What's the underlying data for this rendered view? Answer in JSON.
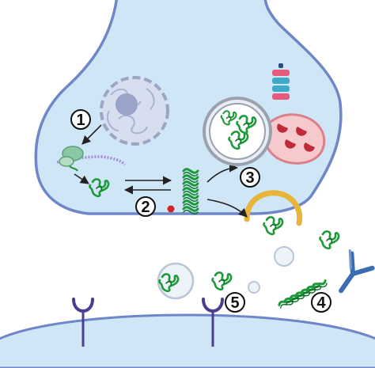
{
  "figure": {
    "steps": [
      {
        "id": 1,
        "label": "1"
      },
      {
        "id": 2,
        "label": "2"
      },
      {
        "id": 3,
        "label": "3"
      },
      {
        "id": 4,
        "label": "4"
      },
      {
        "id": 5,
        "label": "5"
      }
    ]
  },
  "colors": {
    "membrane": "#6f86c8",
    "cytoplasm": "#cfe6f6",
    "nucleus_fill": "#d7deef",
    "nucleus_border": "#9aa6c4",
    "protein": "#1f9a3b",
    "protein_dark": "#0d6e27",
    "lysosome_fill": "#f6c9cc",
    "lysosome_border": "#d98088",
    "lysosome_enzyme": "#c12a3a",
    "autophagosome_border": "#9aa2b0",
    "exocytosis_pore": "#e8b43a",
    "antibody": "#3b6db0",
    "chaperone": "#8ac7a4",
    "mrna": "#a58ad8",
    "red_dot": "#d2232a"
  },
  "icons": {
    "nucleus": "nucleus-icon",
    "ribosome": "ribosome-icon",
    "lysosome": "lysosome-icon",
    "autophagosome": "autophagosome-icon",
    "proteasome": "proteasome-icon",
    "antibody": "antibody-icon",
    "receptor": "receptor-icon"
  }
}
